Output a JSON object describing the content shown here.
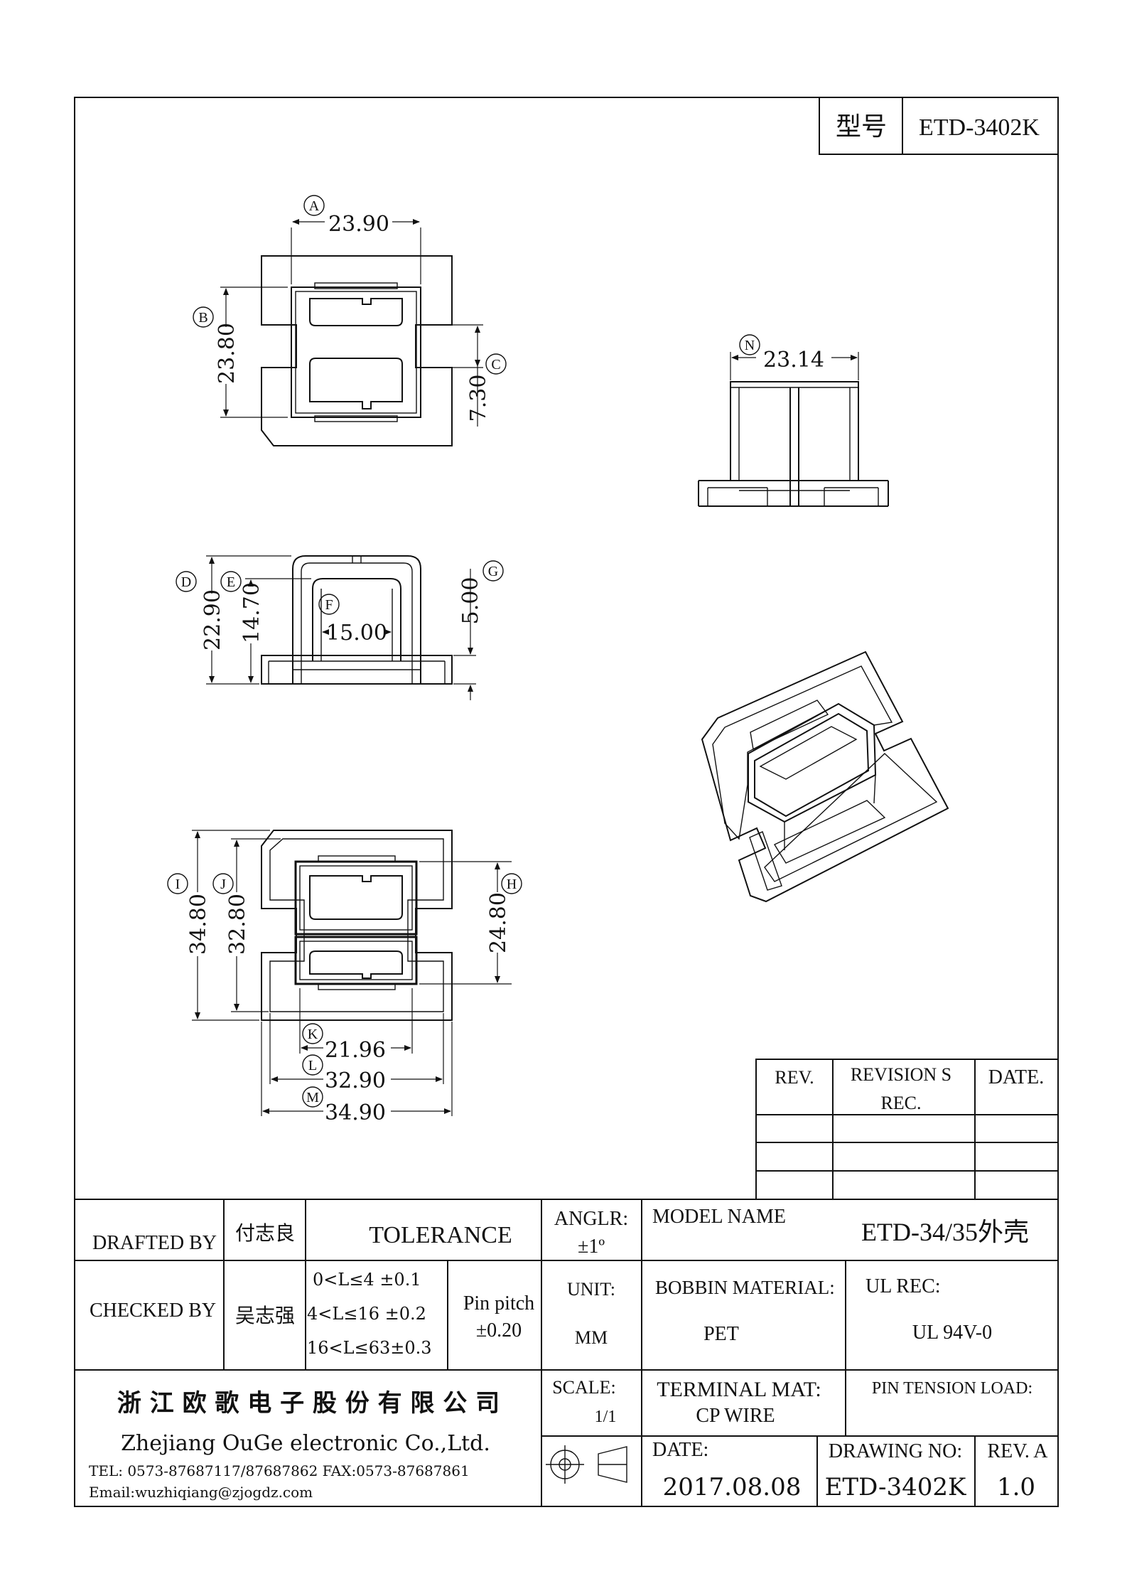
{
  "model_box": {
    "label": "型号",
    "value": "ETD-3402K"
  },
  "dimensions": {
    "A": "23.90",
    "B": "23.80",
    "C": "7.30",
    "N": "23.14",
    "D": "22.90",
    "E": "14.70",
    "F": "15.00",
    "G": "5.00",
    "I": "34.80",
    "J": "32.80",
    "H": "24.80",
    "K": "21.96",
    "L": "32.90",
    "M": "34.90"
  },
  "markers": [
    "A",
    "B",
    "C",
    "D",
    "E",
    "F",
    "G",
    "H",
    "I",
    "J",
    "K",
    "L",
    "M",
    "N"
  ],
  "revision_table": {
    "rev": "REV.",
    "revisions_l1": "REVISION S",
    "revisions_l2": "REC.",
    "date": "DATE."
  },
  "title_block": {
    "drafted_by_label": "DRAFTED BY",
    "drafted_by": "付志良",
    "tolerance_label": "TOLERANCE",
    "anglr_label": "ANGLR:",
    "anglr_value": "±1º",
    "model_name_label": "MODEL NAME",
    "model_name": "ETD-34/35外壳",
    "checked_by_label": "CHECKED BY",
    "checked_by": "吴志强",
    "tol_rows": [
      "0<L≤4  ±0.1",
      "4<L≤16 ±0.2",
      "16<L≤63±0.3"
    ],
    "pin_pitch_label": "Pin pitch",
    "pin_pitch_value": "±0.20",
    "unit_label": "UNIT:",
    "unit_value": "MM",
    "bobbin_material_label": "BOBBIN MATERIAL:",
    "bobbin_material": "PET",
    "ul_rec_label": "UL REC:",
    "ul_rec": "UL 94V-0",
    "company_cn": "浙 江 欧 歌 电 子 股 份 有 限 公 司",
    "company_en": "Zhejiang OuGe electronic Co.,Ltd.",
    "tel_fax": "TEL: 0573-87687117/87687862   FAX:0573-87687861",
    "email": "Email:wuzhiqiang@zjogdz.com",
    "scale_label": "SCALE:",
    "scale_value": "1/1",
    "terminal_mat_label": "TERMINAL MAT:",
    "terminal_mat": "CP  WIRE",
    "pin_tension_label": "PIN  TENSION  LOAD:",
    "date_label": "DATE:",
    "date": "2017.08.08",
    "drawing_no_label": "DRAWING NO:",
    "drawing_no": "ETD-3402K",
    "rev_a_label": "REV. A",
    "rev_value": "1.0"
  }
}
